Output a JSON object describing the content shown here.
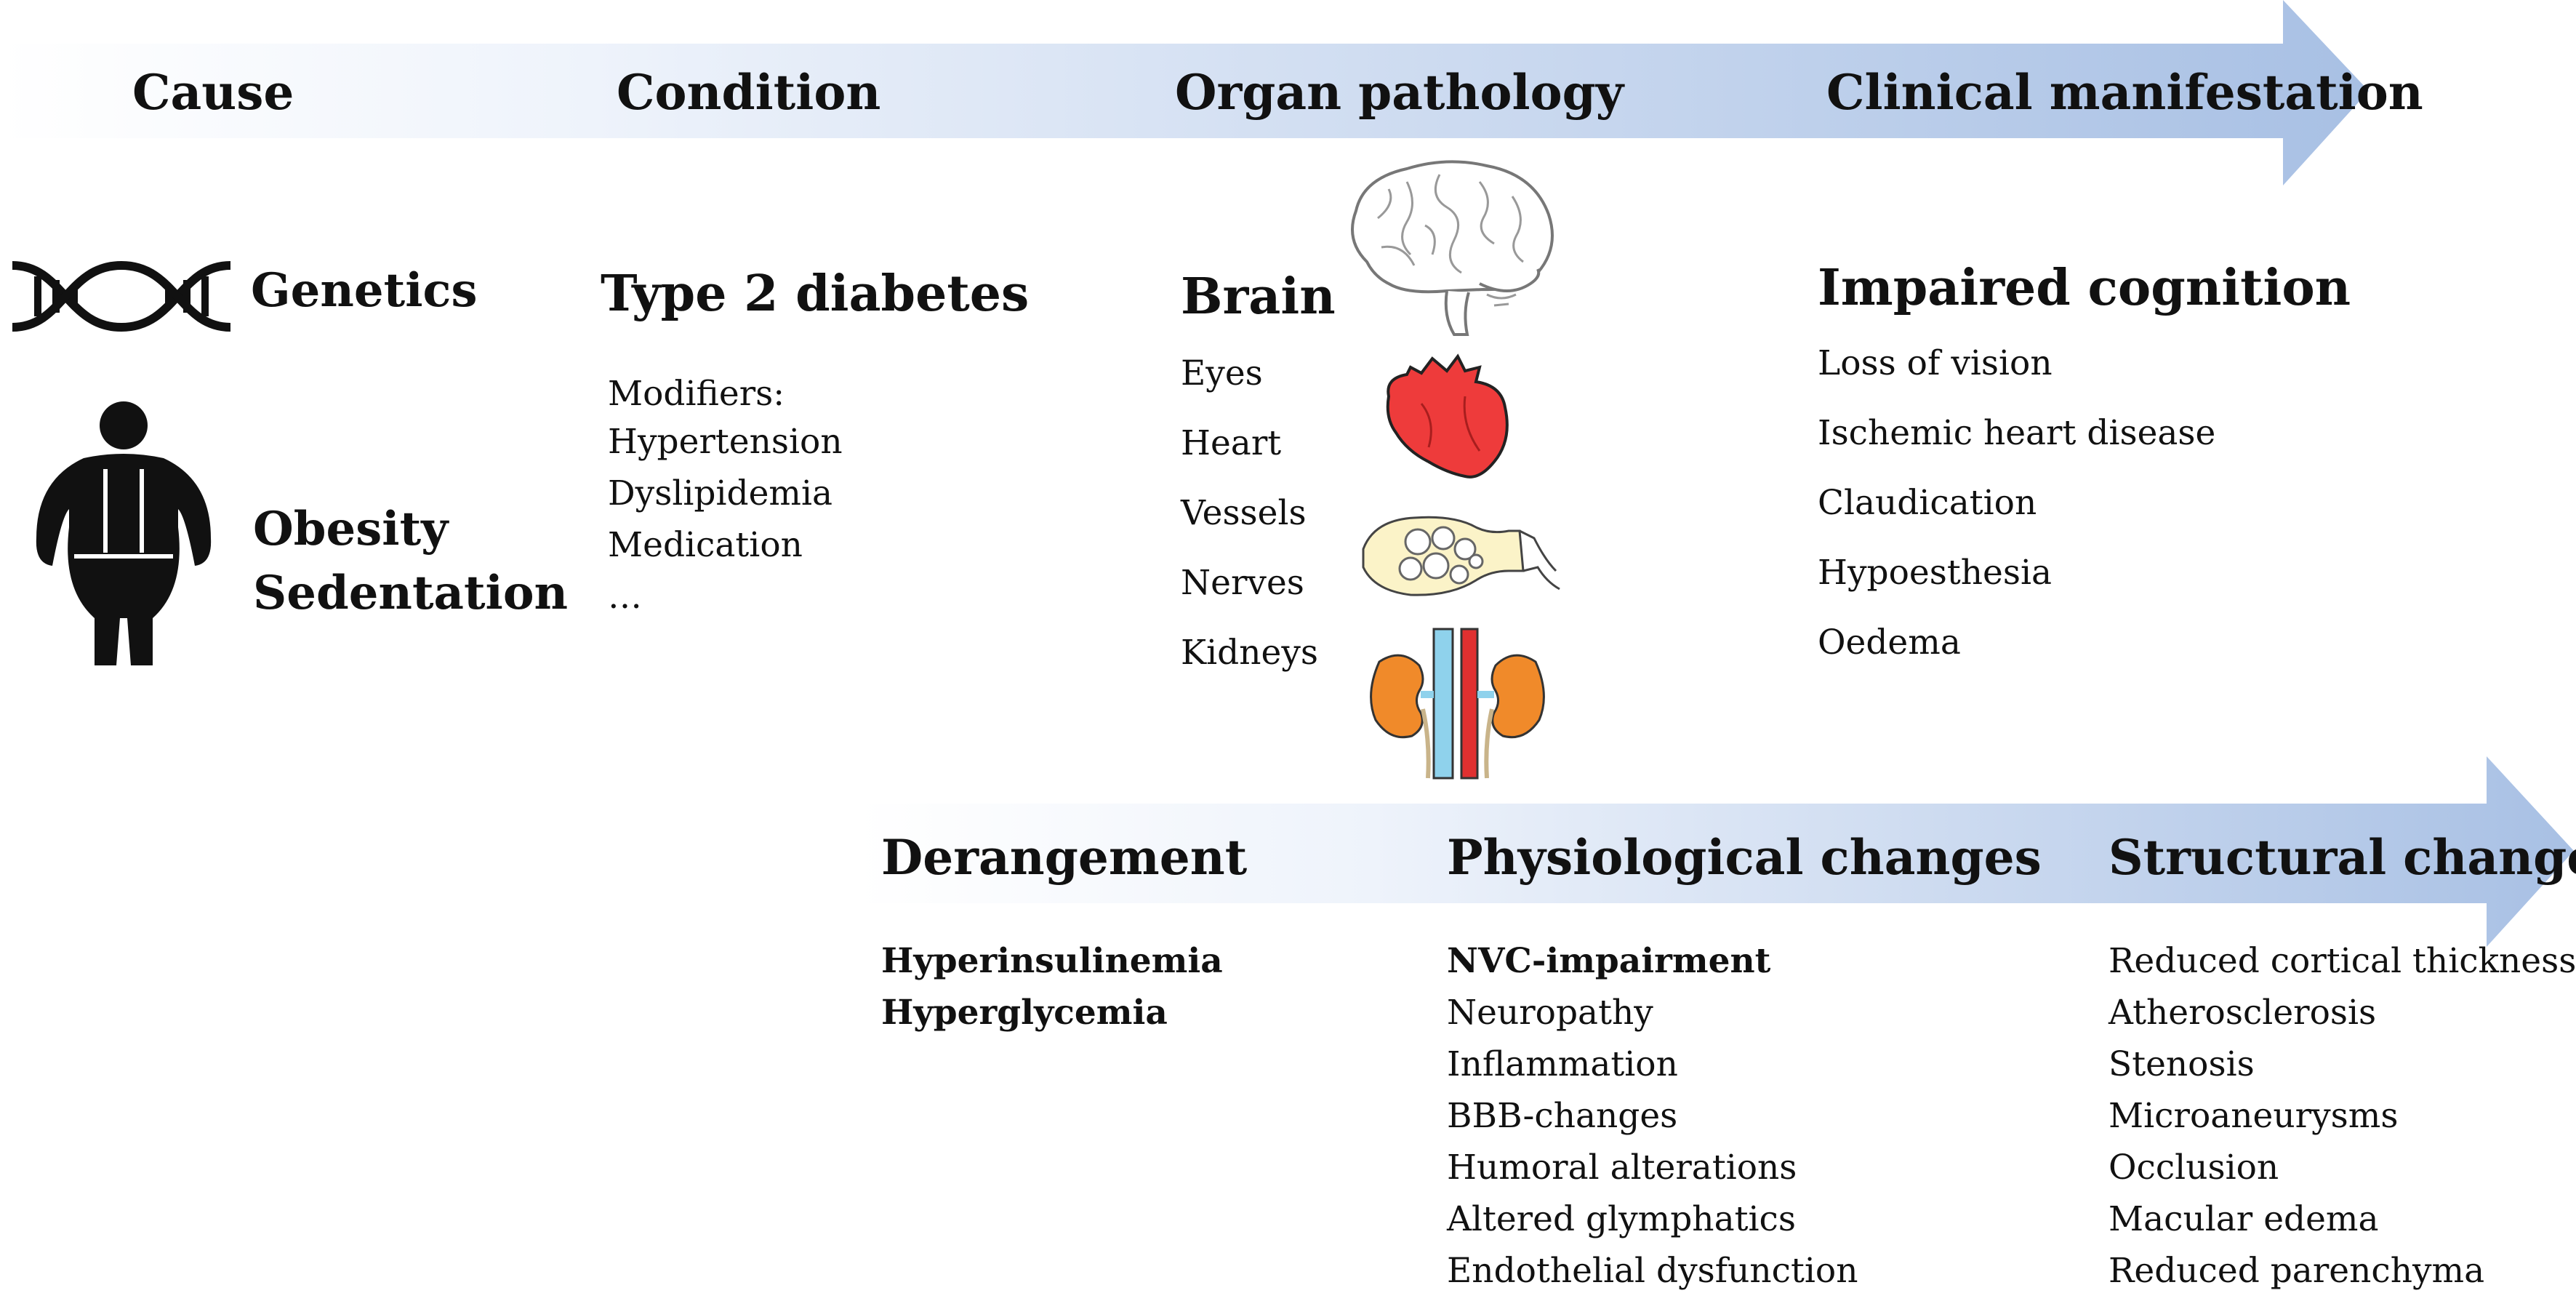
{
  "top_arrow": {
    "headers": [
      "Cause",
      "Condition",
      "Organ pathology",
      "Clinical manifestation"
    ]
  },
  "causes": {
    "genetics": "Genetics",
    "obesity": "Obesity",
    "sedentation": "Sedentation"
  },
  "condition": {
    "title": "Type 2 diabetes",
    "modifiers_label": "Modifiers:",
    "modifiers": [
      "Hypertension",
      "Dyslipidemia",
      "Medication",
      "…"
    ]
  },
  "organs": {
    "title": "Brain",
    "items": [
      "Eyes",
      "Heart",
      "Vessels",
      "Nerves",
      "Kidneys"
    ]
  },
  "clinical": {
    "title": "Impaired cognition",
    "items": [
      "Loss of vision",
      "Ischemic heart disease",
      "Claudication",
      "Hypoesthesia",
      "Oedema"
    ]
  },
  "bottom_arrow": {
    "headers": [
      "Derangement",
      "Physiological changes",
      "Structural changes"
    ]
  },
  "derangement": {
    "items": [
      "Hyperinsulinemia",
      "Hyperglycemia"
    ]
  },
  "physiological": {
    "lead": "NVC-impairment",
    "items": [
      "Neuropathy",
      "Inflammation",
      "BBB-changes",
      "Humoral alterations",
      "Altered glymphatics",
      "Endothelial dysfunction"
    ]
  },
  "structural": {
    "items": [
      "Reduced cortical thickness",
      "Atherosclerosis",
      "Stenosis",
      "Microaneurysms",
      "Occlusion",
      "Macular edema",
      "Reduced parenchyma"
    ]
  },
  "icons": [
    "dna-icon",
    "obese-person-icon",
    "brain-icon",
    "heart-icon",
    "nerve-icon",
    "kidneys-icon"
  ],
  "colors": {
    "arrow_light": "#ffffff",
    "arrow_dark": "#a8c0e4",
    "heart_red": "#ee3b3b",
    "kidney_orange": "#f08a2a",
    "nerve_yellow": "#fbf3c8",
    "vein_blue": "#8fd2ec",
    "artery_red": "#e03030"
  }
}
